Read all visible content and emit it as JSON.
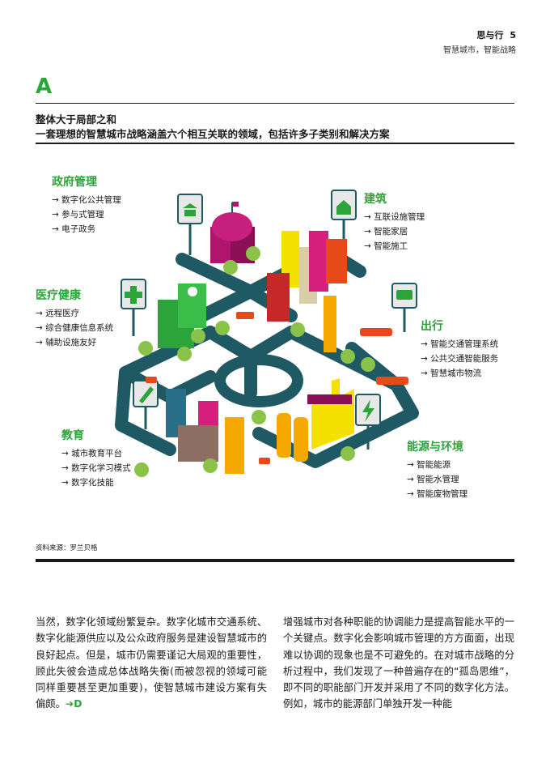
{
  "header": {
    "title": "思与行",
    "page_number": "5",
    "subtitle": "智慧城市，智能战略"
  },
  "section": {
    "letter": "A",
    "title": "整体大于局部之和",
    "subtitle": "一套理想的智慧城市战略涵盖六个相互关联的领域，包括许多子类别和解决方案"
  },
  "categories": {
    "government": {
      "title": "政府管理",
      "items": [
        "数字化公共管理",
        "参与式管理",
        "电子政务"
      ]
    },
    "building": {
      "title": "建筑",
      "items": [
        "互联设施管理",
        "智能家居",
        "智能施工"
      ]
    },
    "health": {
      "title": "医疗健康",
      "items": [
        "远程医疗",
        "综合健康信息系统",
        "辅助设施友好"
      ]
    },
    "mobility": {
      "title": "出行",
      "items": [
        "智能交通管理系统",
        "公共交通智能服务",
        "智慧城市物流"
      ]
    },
    "education": {
      "title": "教育",
      "items": [
        "城市教育平台",
        "数字化学习模式",
        "数字化技能"
      ]
    },
    "energy": {
      "title": "能源与环境",
      "items": [
        "智能能源",
        "智能水管理",
        "智能废物管理"
      ]
    }
  },
  "source": "资料来源：罗兰贝格",
  "body": {
    "left": "当然，数字化领域纷繁复杂。数字化城市交通系统、数字化能源供应以及公众政府服务是建设智慧城市的良好起点。但是，城市仍需要谨记大局观的重要性，顾此失彼会造成总体战略失衡(而被忽视的领域可能同样重要甚至更加重要)，使智慧城市建设方案有失偏颇。",
    "left_link": "➔D",
    "right": "增强城市对各种职能的协调能力是提高智能水平的一个关键点。数字化会影响城市管理的方方面面，出现难以协调的现象也是不可避免的。在对城市战略的分析过程中，我们发现了一种普遍存在的“孤岛思维”，即不同的职能部门开发并采用了不同的数字化方法。例如，城市的能源部门单独开发一种能"
  },
  "colors": {
    "accent": "#2da43a",
    "road": "#1f5963",
    "text": "#1a1a1a"
  },
  "icons": [
    "institution-icon",
    "house-icon",
    "medical-cross-icon",
    "bus-icon",
    "pencil-icon",
    "lightning-icon"
  ]
}
